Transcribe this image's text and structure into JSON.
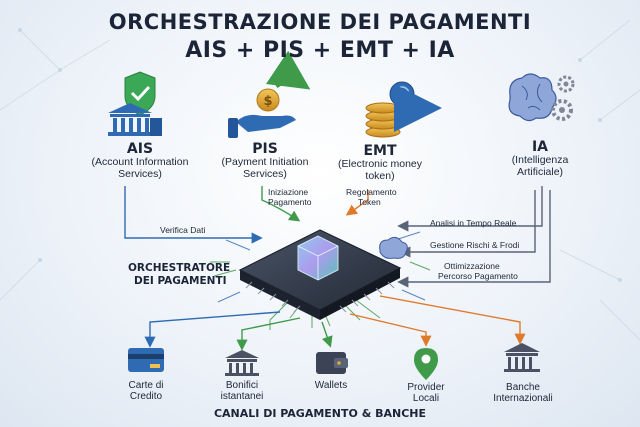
{
  "title": {
    "line1": "ORCHESTRAZIONE DEI PAGAMENTI",
    "line2": "AIS + PIS + EMT + IA"
  },
  "sources": [
    {
      "name": "AIS",
      "desc1": "(Account Information",
      "desc2": "Services)"
    },
    {
      "name": "PIS",
      "desc1": "(Payment Initiation",
      "desc2": "Services)"
    },
    {
      "name": "EMT",
      "desc1": "(Electronic money",
      "desc2": "token)"
    },
    {
      "name": "IA",
      "desc1": "(Intelligenza",
      "desc2": "Artificiale)"
    }
  ],
  "flows": {
    "verifica": "Verifica Dati",
    "iniziazione1": "Iniziazione",
    "iniziazione2": "Pagamento",
    "regolamento1": "Regolamento",
    "regolamento2": "Token",
    "analisi": "Analisi in Tempo Reale",
    "rischi": "Gestione Rischi & Frodi",
    "ottim1": "Ottimizzazione",
    "ottim2": "Percorso Pagamento"
  },
  "orchestrator": {
    "line1": "ORCHESTRATORE",
    "line2": "DEI PAGAMENTI"
  },
  "channels": [
    {
      "line1": "Carte di",
      "line2": "Credito"
    },
    {
      "line1": "Bonifici",
      "line2": "istantanei"
    },
    {
      "line1": "Wallets",
      "line2": ""
    },
    {
      "line1": "Provider",
      "line2": "Locali"
    },
    {
      "line1": "Banche",
      "line2": "Internazionali"
    }
  ],
  "footer": "CANALI DI PAGAMENTO & BANCHE",
  "colors": {
    "blue": "#2f6bb3",
    "green": "#3f9a4a",
    "orange": "#e07a2b",
    "gray": "#5a6478",
    "gold": "#e2a735"
  }
}
